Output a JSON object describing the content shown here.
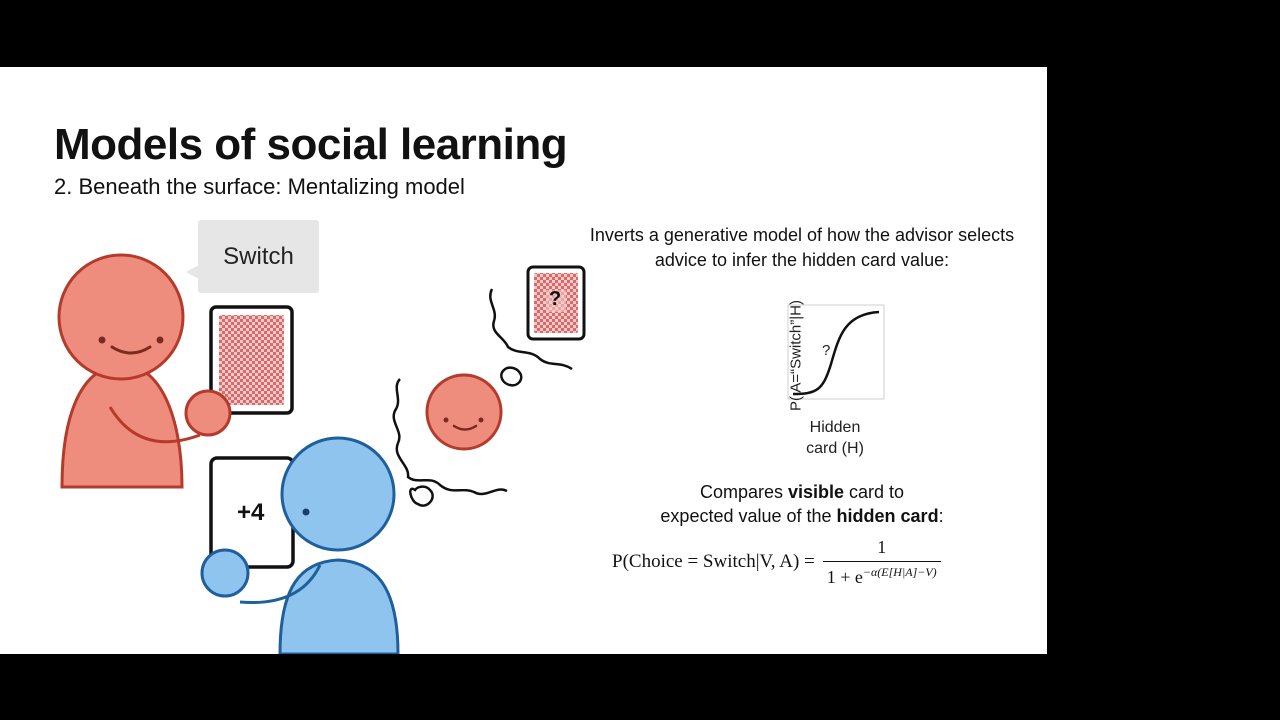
{
  "slide": {
    "title": "Models of social learning",
    "subtitle": "2. Beneath the surface: Mentalizing model",
    "speech_bubble": "Switch",
    "description_line1": "Inverts a generative model of how the advisor selects",
    "description_line2": "advice to infer the hidden card value:",
    "plot": {
      "ylabel": "P( A=“Switch”|H)",
      "xlabel_line1": "Hidden",
      "xlabel_line2": "card (H)",
      "marker": "?"
    },
    "thought_card_label": "?",
    "visible_card_label": "+4",
    "compare": {
      "part1": "Compares ",
      "bold1": "visible",
      "part2": " card to",
      "part3": "expected value of the ",
      "bold2": "hidden card",
      "part4": ":"
    },
    "formula": {
      "lhs": "P(Choice = Switch|V, A) =",
      "numerator": "1",
      "denominator": "1 + e",
      "exponent": "−α(E[H|A]−V)"
    }
  },
  "colors": {
    "advisor_fill": "#ee8d7d",
    "advisor_stroke": "#b43b2b",
    "learner_fill": "#8fc4ef",
    "learner_stroke": "#1f5f9c",
    "card_pattern": "#d86a6a",
    "background": "#000000",
    "slide": "#ffffff"
  },
  "icons": [
    "advisor-figure",
    "learner-figure",
    "card-back-icon",
    "thought-cloud",
    "sigmoid-plot"
  ]
}
